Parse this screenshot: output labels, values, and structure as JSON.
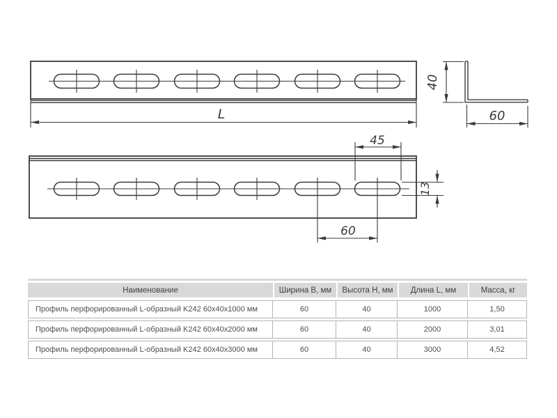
{
  "drawing": {
    "top_view": {
      "length_label": "L"
    },
    "section_view": {
      "height_mm": "40",
      "width_mm": "60"
    },
    "front_view": {
      "slot_length_mm": "45",
      "slot_width_mm": "13",
      "slot_spacing_mm": "60"
    }
  },
  "table": {
    "headers": [
      "Наименование",
      "Ширина B, мм",
      "Высота H, мм",
      "Длина L, мм",
      "Масса, кг"
    ],
    "rows": [
      {
        "name": "Профиль перфорированный L-образный K242 60x40x1000 мм",
        "width_mm": "60",
        "height_mm": "40",
        "length_mm": "1000",
        "mass_kg": "1,50"
      },
      {
        "name": "Профиль перфорированный L-образный K242 60x40x2000 мм",
        "width_mm": "60",
        "height_mm": "40",
        "length_mm": "2000",
        "mass_kg": "3,01"
      },
      {
        "name": "Профиль перфорированный L-образный K242 60x40x3000 мм",
        "width_mm": "60",
        "height_mm": "40",
        "length_mm": "3000",
        "mass_kg": "4,52"
      }
    ]
  },
  "colors": {
    "line": "#3a3a3a",
    "table_header_bg": "#d9d9d9",
    "table_border": "#b3b3b3",
    "text": "#4d4d4d"
  }
}
